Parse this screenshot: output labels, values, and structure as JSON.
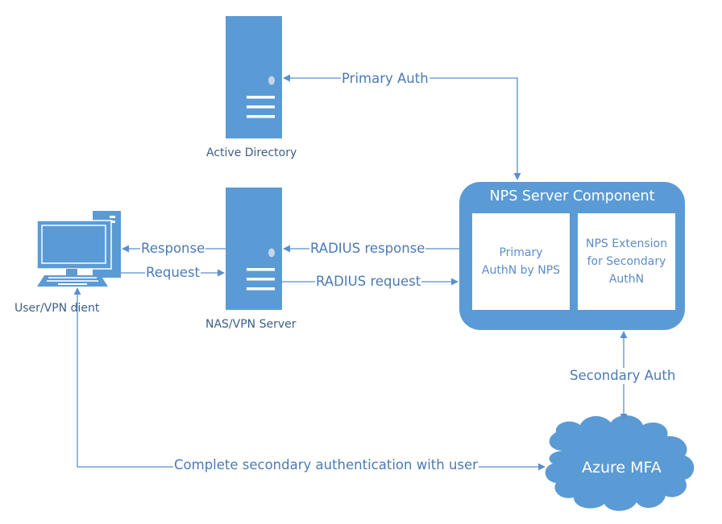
{
  "diagram": {
    "colors": {
      "primary": "#5b9bd5",
      "line": "#5b8fcc",
      "label_text": "#4a7ab5",
      "caption_text": "#3d5f86",
      "white": "#ffffff"
    },
    "nodes": {
      "active_directory": {
        "caption": "Active Directory",
        "icon": "server-icon"
      },
      "nas_vpn_server": {
        "caption": "NAS/VPN Server",
        "icon": "server-icon"
      },
      "user_client": {
        "caption": "User/VPN dient",
        "icon": "desktop-computer-icon"
      },
      "nps_server": {
        "title": "NPS Server Component",
        "left_panel": "Primary AuthN by NPS",
        "right_panel": "NPS Extension for Secondary AuthN"
      },
      "azure_mfa": {
        "label": "Azure MFA",
        "icon": "cloud-icon"
      }
    },
    "edges": {
      "primary_auth": "Primary Auth",
      "response": "Response",
      "request": "Request",
      "radius_response": "RADIUS response",
      "radius_request": "RADIUS request",
      "secondary_auth": "Secondary Auth",
      "complete_secondary": "Complete secondary authentication with user"
    }
  }
}
